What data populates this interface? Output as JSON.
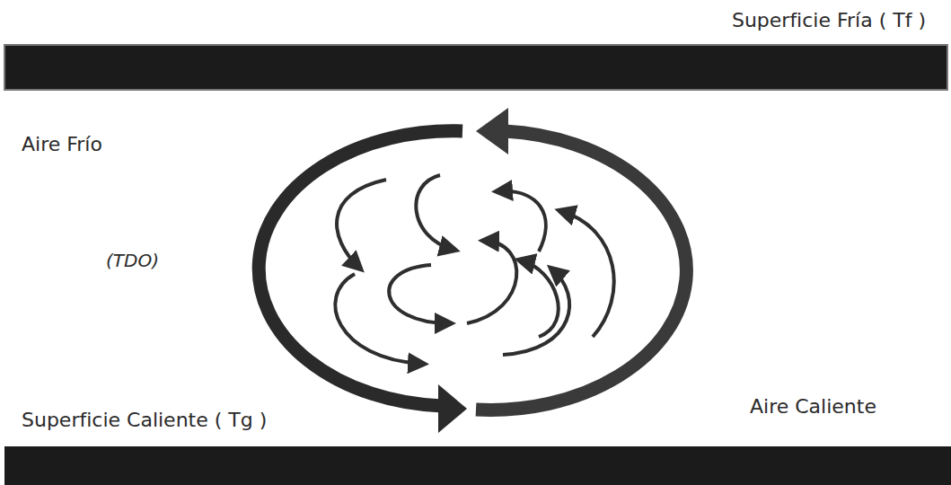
{
  "diagram": {
    "labels": [
      "Superficie Fría ( Tf )",
      "Aire Frío",
      "(TDO)",
      "Superficie Caliente ( Tg )",
      "Aire Caliente"
    ]
  }
}
